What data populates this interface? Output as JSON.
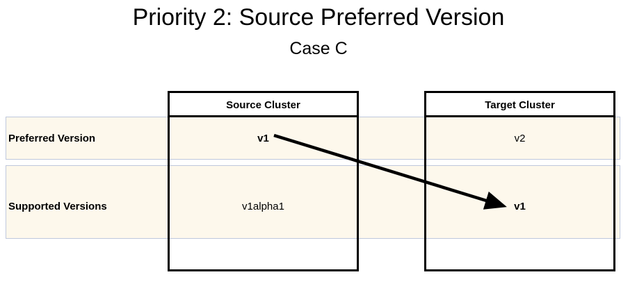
{
  "slide": {
    "title": "Priority 2: Source Preferred Version",
    "subtitle": "Case C"
  },
  "rows": [
    {
      "label": "Preferred Version"
    },
    {
      "label": "Supported Versions"
    }
  ],
  "clusters": [
    {
      "header": "Source Cluster"
    },
    {
      "header": "Target Cluster"
    }
  ],
  "cells": {
    "source_preferred": "v1",
    "target_preferred": "v2",
    "source_supported": "v1alpha1",
    "target_supported": "v1"
  },
  "arrow": {
    "name": "mapping-arrow",
    "from": "source_preferred",
    "to": "target_supported",
    "color": "#000000"
  },
  "colors": {
    "row_fill": "#fdf8ec",
    "row_border": "#bfc8dc",
    "cluster_border": "#000000",
    "text": "#000000",
    "background": "#ffffff"
  }
}
